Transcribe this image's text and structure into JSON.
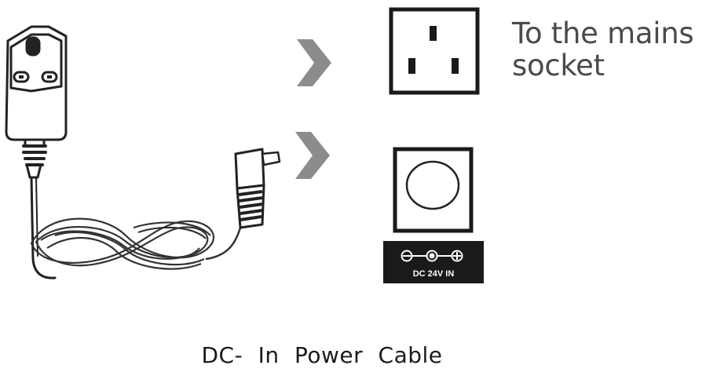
{
  "mains_socket": {
    "label_line1": "To the mains",
    "label_line2": "socket"
  },
  "dc_input": {
    "label": "DC 24V IN"
  },
  "caption": "DC-   In  Power  Cable",
  "icons": [
    "power-adapter-icon",
    "arrow-right-icon",
    "uk-mains-socket-icon",
    "dc-jack-icon",
    "polarity-symbol-icon"
  ],
  "colors": {
    "line": "#222222",
    "arrow": "#8c8c8c",
    "label_text": "#4a4a4a",
    "dc_panel": "#1a1a1a"
  }
}
